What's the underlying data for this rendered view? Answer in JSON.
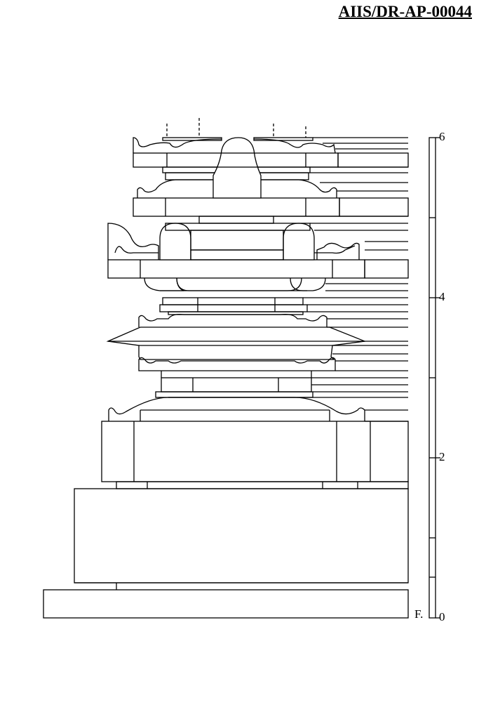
{
  "drawing_code": "AIIS/DR-AP-00044",
  "scale": {
    "ticks": [
      {
        "label": "6",
        "value": 6
      },
      {
        "label": "4",
        "value": 4
      },
      {
        "label": "2",
        "value": 2
      },
      {
        "label": "0",
        "value": 0
      }
    ],
    "floor_label": "F."
  }
}
